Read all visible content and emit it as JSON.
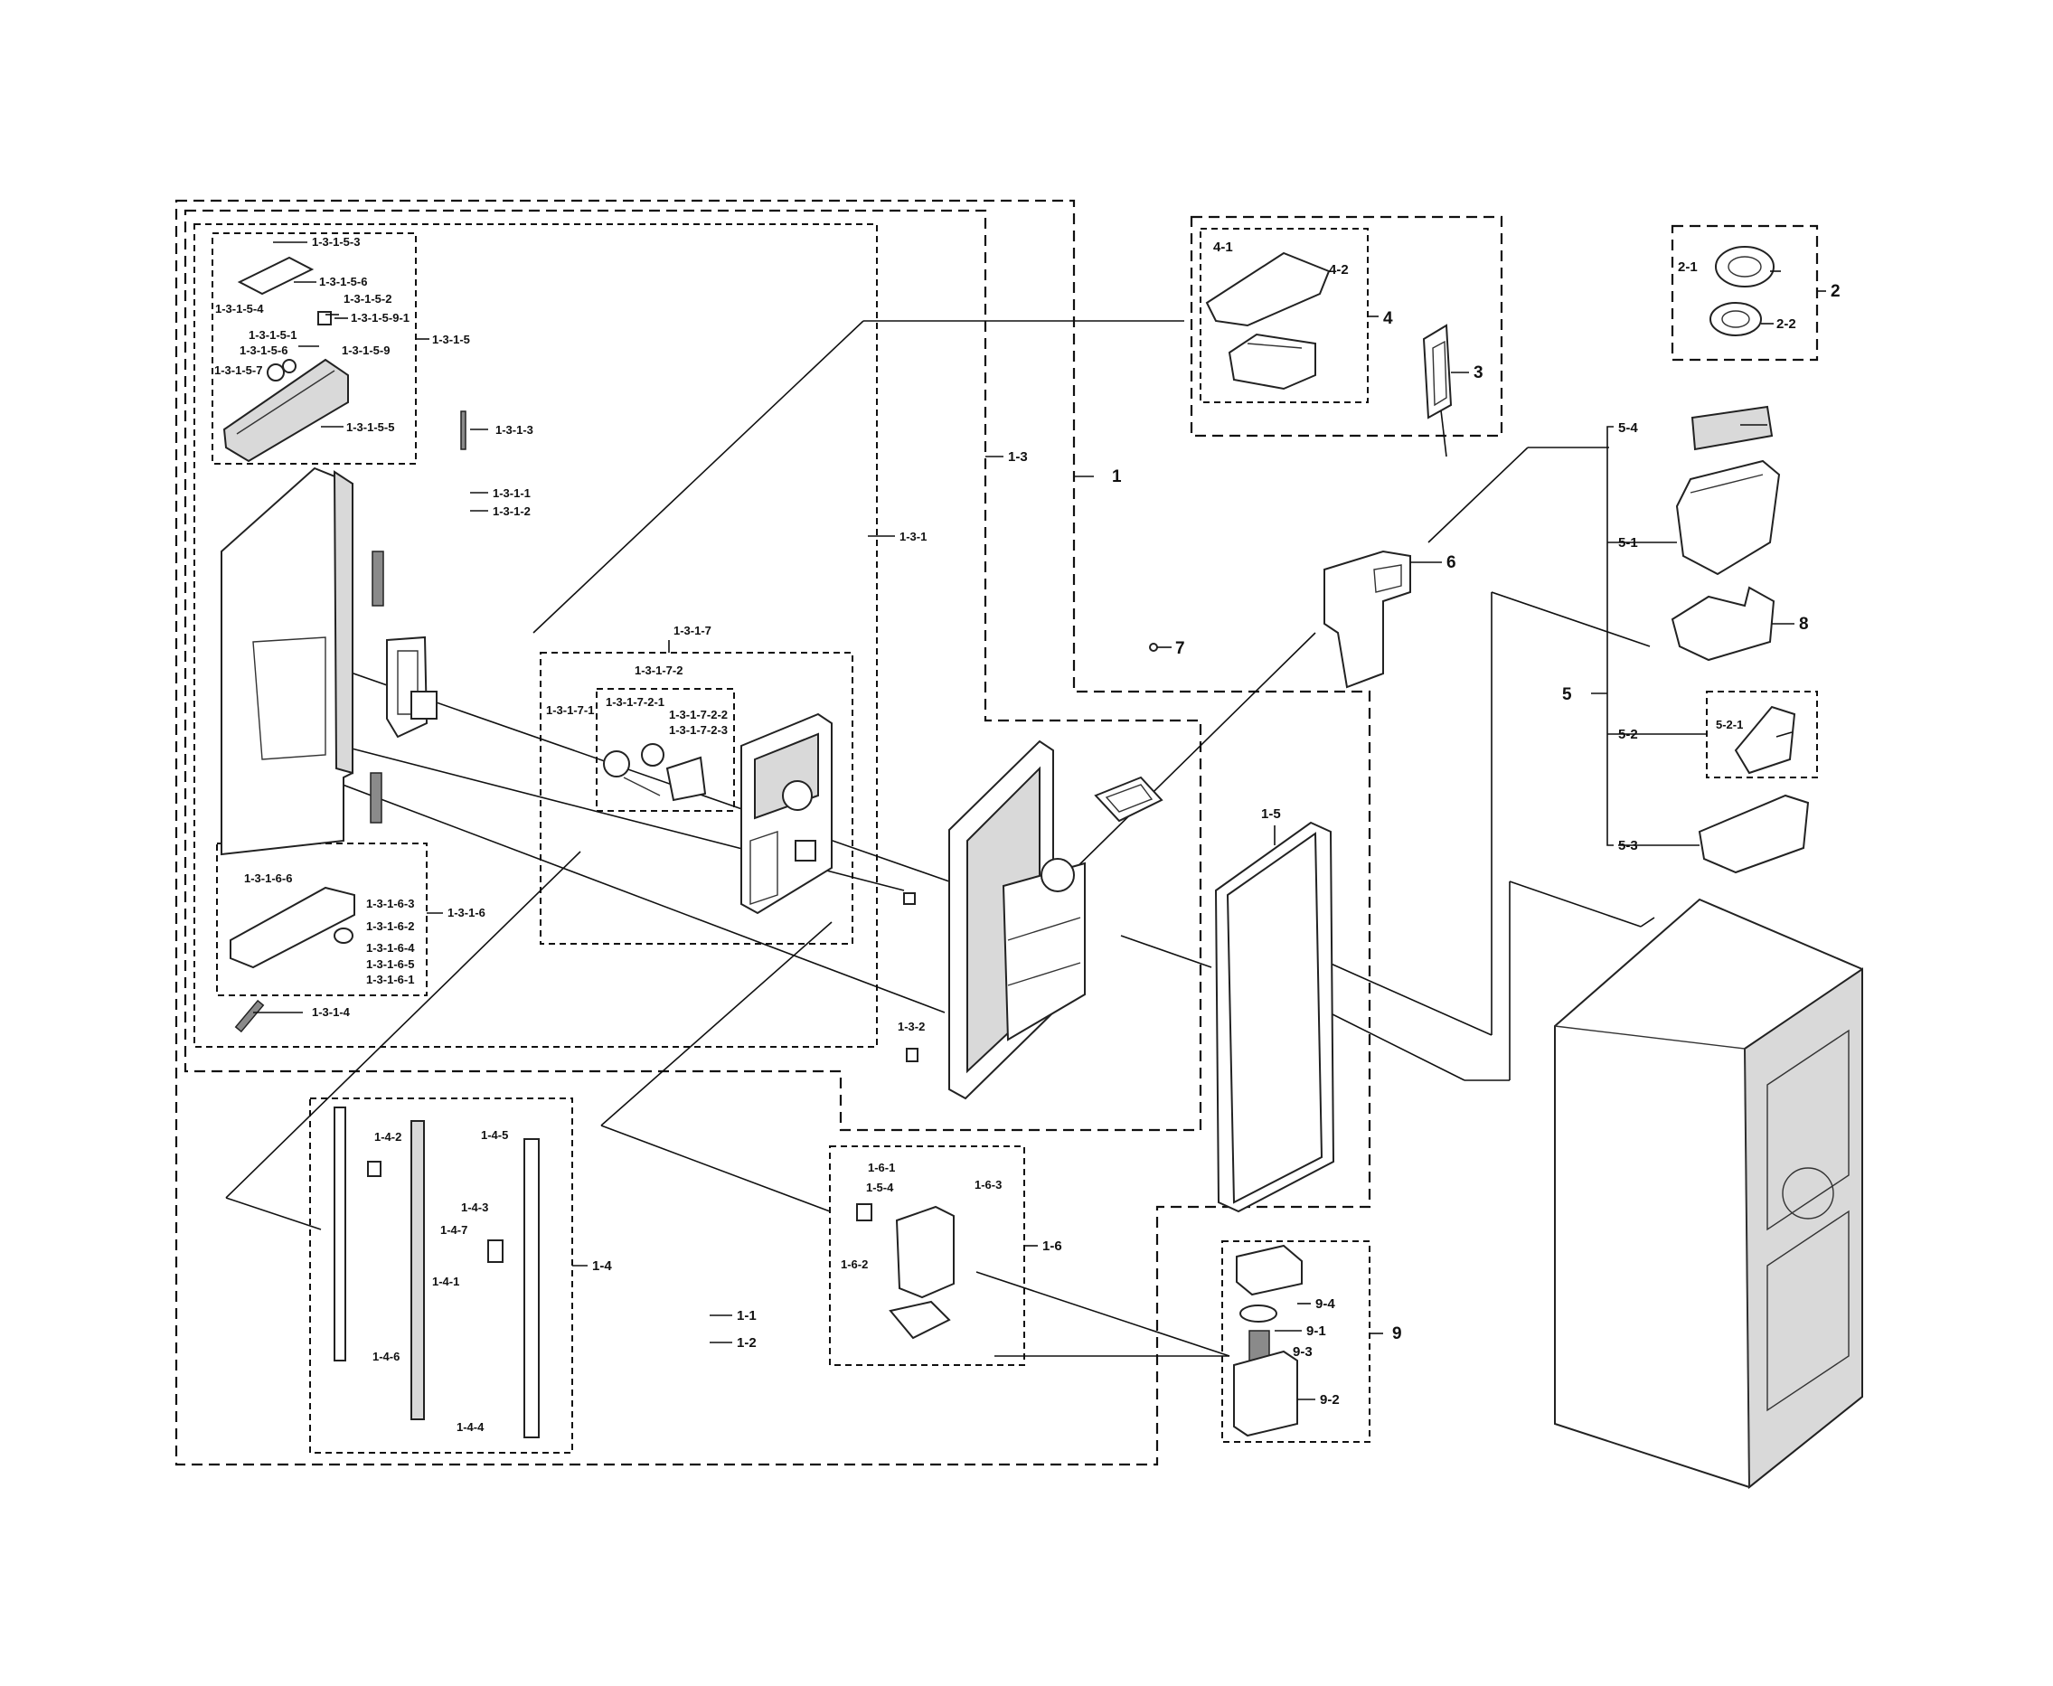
{
  "labels": {
    "p1": "1",
    "p1_1": "1-1",
    "p1_2": "1-2",
    "p1_3": "1-3",
    "p1_3_1": "1-3-1",
    "p1_3_1_1": "1-3-1-1",
    "p1_3_1_2": "1-3-1-2",
    "p1_3_1_3": "1-3-1-3",
    "p1_3_1_4": "1-3-1-4",
    "p1_3_1_5": "1-3-1-5",
    "p1_3_1_5_1": "1-3-1-5-1",
    "p1_3_1_5_2": "1-3-1-5-2",
    "p1_3_1_5_3": "1-3-1-5-3",
    "p1_3_1_5_4": "1-3-1-5-4",
    "p1_3_1_5_5": "1-3-1-5-5",
    "p1_3_1_5_6": "1-3-1-5-6",
    "p1_3_1_5_6b": "1-3-1-5-6",
    "p1_3_1_5_7": "1-3-1-5-7",
    "p1_3_1_5_9": "1-3-1-5-9",
    "p1_3_1_5_9_1": "1-3-1-5-9-1",
    "p1_3_1_6": "1-3-1-6",
    "p1_3_1_6_1": "1-3-1-6-1",
    "p1_3_1_6_2": "1-3-1-6-2",
    "p1_3_1_6_3": "1-3-1-6-3",
    "p1_3_1_6_4": "1-3-1-6-4",
    "p1_3_1_6_5": "1-3-1-6-5",
    "p1_3_1_6_6": "1-3-1-6-6",
    "p1_3_1_7": "1-3-1-7",
    "p1_3_1_7_1": "1-3-1-7-1",
    "p1_3_1_7_2": "1-3-1-7-2",
    "p1_3_1_7_2_1": "1-3-1-7-2-1",
    "p1_3_1_7_2_2": "1-3-1-7-2-2",
    "p1_3_1_7_2_3": "1-3-1-7-2-3",
    "p1_3_2": "1-3-2",
    "p1_4": "1-4",
    "p1_4_1": "1-4-1",
    "p1_4_2": "1-4-2",
    "p1_4_3": "1-4-3",
    "p1_4_4": "1-4-4",
    "p1_4_5": "1-4-5",
    "p1_4_6": "1-4-6",
    "p1_4_7": "1-4-7",
    "p1_5": "1-5",
    "p1_5_4": "1-5-4",
    "p1_6": "1-6",
    "p1_6_1": "1-6-1",
    "p1_6_2": "1-6-2",
    "p1_6_3": "1-6-3",
    "p2": "2",
    "p2_1": "2-1",
    "p2_2": "2-2",
    "p3": "3",
    "p4": "4",
    "p4_1": "4-1",
    "p4_2": "4-2",
    "p5": "5",
    "p5_1": "5-1",
    "p5_2": "5-2",
    "p5_2_1": "5-2-1",
    "p5_3": "5-3",
    "p5_4": "5-4",
    "p6": "6",
    "p7": "7",
    "p8": "8",
    "p9": "9",
    "p9_1": "9-1",
    "p9_2": "9-2",
    "p9_3": "9-3",
    "p9_4": "9-4"
  }
}
